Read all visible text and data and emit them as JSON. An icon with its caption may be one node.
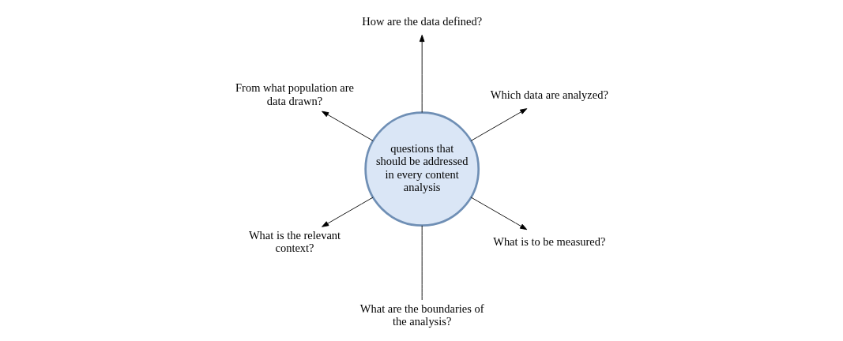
{
  "diagram": {
    "nodes": [
      {
        "text": [
          "questions that should be addressed in every content analysis"
        ]
      },
      {
        "text": [
          "What is to be measured?"
        ]
      },
      {
        "text": [
          "Which data are analyzed?"
        ]
      },
      {
        "text": [
          "What are the boundaries of the analysis?"
        ]
      },
      {
        "text": [
          "How are the data defined?"
        ]
      },
      {
        "text": [
          "What is the relevant context?"
        ]
      },
      {
        "text": [
          "From what population are data drawn?"
        ]
      }
    ],
    "edges": [
      {
        "from": 0,
        "to": 1,
        "arrow": "to"
      },
      {
        "from": 0,
        "to": 2,
        "arrow": "to"
      },
      {
        "from": 0,
        "to": 3,
        "arrow": "none"
      },
      {
        "from": 0,
        "to": 4,
        "arrow": "to"
      },
      {
        "from": 0,
        "to": 5,
        "arrow": "to"
      },
      {
        "from": 0,
        "to": 6,
        "arrow": "to"
      }
    ]
  }
}
